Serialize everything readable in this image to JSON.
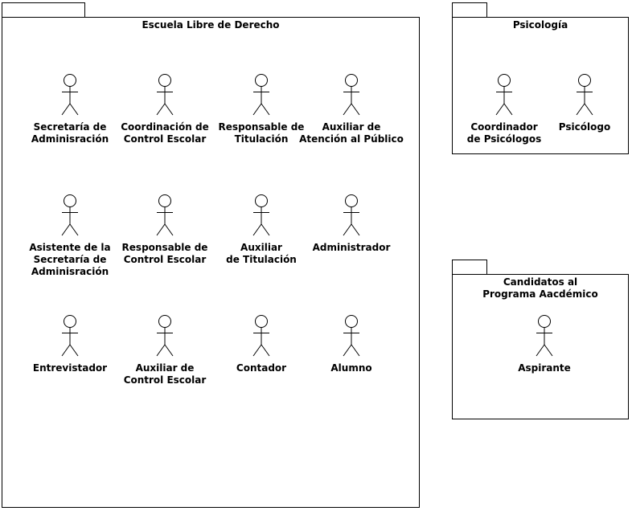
{
  "packages": [
    {
      "id": "escuela",
      "title": "Escuela Libre de Derecho",
      "actors": [
        "Secretaría de\nAdminisración",
        "Coordinación de\nControl Escolar",
        "Responsable de\nTitulación",
        "Auxiliar de\nAtención al Público",
        "Asistente de la\nSecretaría de\nAdminisración",
        "Responsable de\nControl Escolar",
        "Auxiliar\nde Titulación",
        "Administrador",
        "Entrevistador",
        "Auxiliar de\nControl Escolar",
        "Contador",
        "Alumno"
      ]
    },
    {
      "id": "psicologia",
      "title": "Psicología",
      "actors": [
        "Coordinador\nde Psicólogos",
        "Psicólogo"
      ]
    },
    {
      "id": "candidatos",
      "title": "Candidatos al\nPrograma Aacdémico",
      "actors": [
        "Aspirante"
      ]
    }
  ]
}
